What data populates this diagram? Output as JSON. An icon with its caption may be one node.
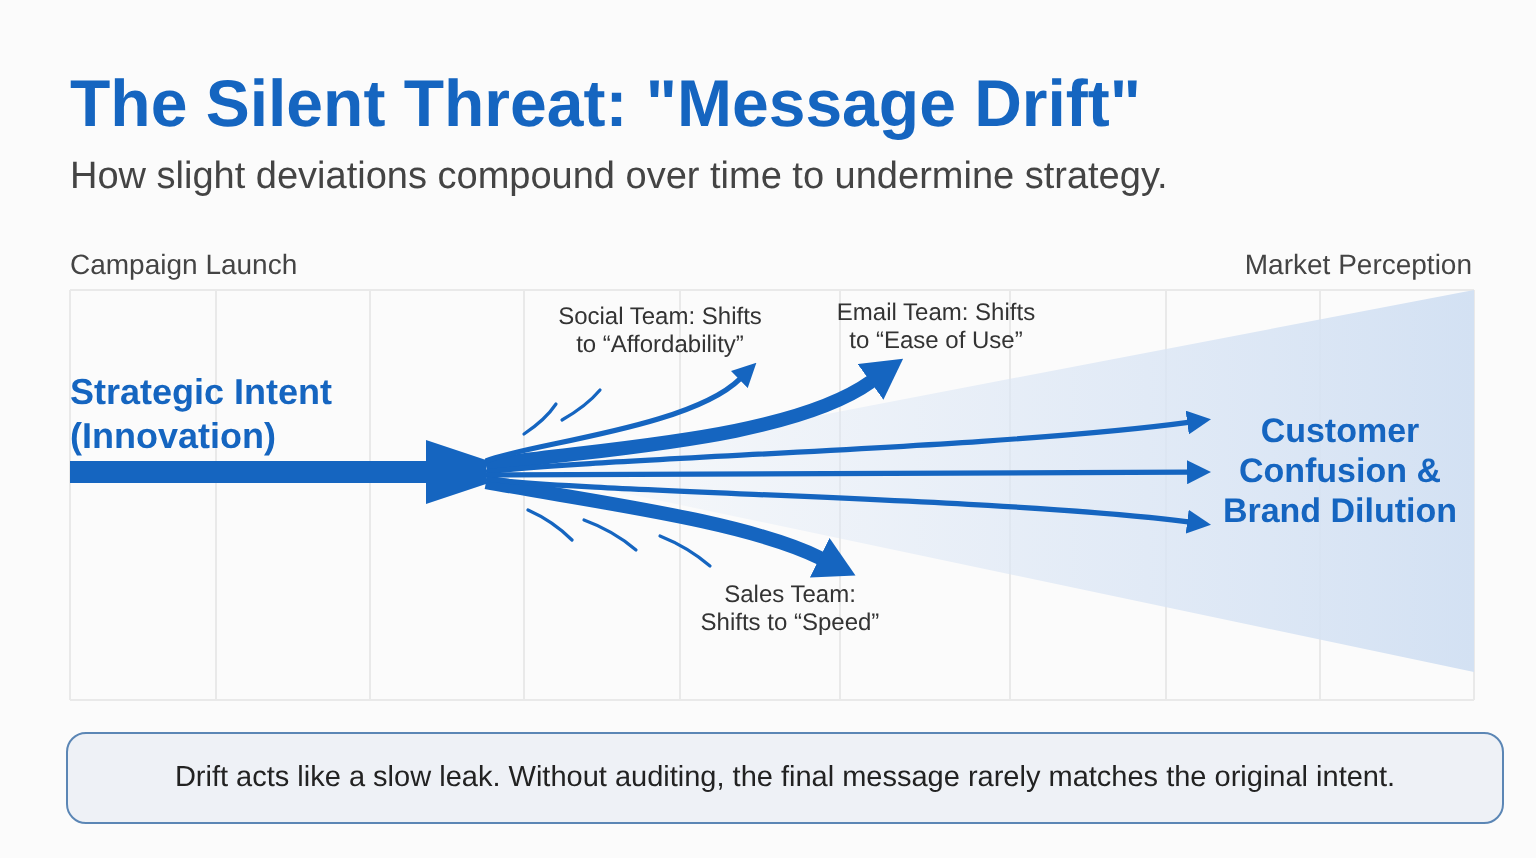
{
  "diagram": {
    "title": "The Silent Threat: \"Message Drift\"",
    "nodes": [
      {
        "text": [
          "Strategic Intent (Innovation)"
        ]
      },
      {
        "text": [
          "Social Team: Shifts to “Affordability”"
        ]
      },
      {
        "text": [
          "Email Team: Shifts to “Ease of Use”"
        ]
      },
      {
        "text": [
          "Sales Team: Shifts to “Speed”"
        ]
      },
      {
        "text": [
          "Customer Confusion & Brand Dilution"
        ]
      },
      {
        "text": [
          "Drift acts like a slow leak. Without auditing, the final message rarely matches the original intent."
        ]
      }
    ],
    "edges": [
      {
        "from": 0,
        "to": 1,
        "arrow": "to"
      },
      {
        "from": 0,
        "to": 2,
        "arrow": "to",
        "style": "thick"
      },
      {
        "from": 0,
        "to": 4,
        "arrow": "to"
      },
      {
        "from": 0,
        "to": 4,
        "arrow": "to"
      },
      {
        "from": 0,
        "to": 4,
        "arrow": "to"
      },
      {
        "from": 0,
        "to": 3,
        "arrow": "to",
        "style": "thick"
      }
    ],
    "labels": [
      "How slight deviations compound over time to undermine strategy.",
      "Campaign Launch",
      "Market Perception"
    ]
  }
}
